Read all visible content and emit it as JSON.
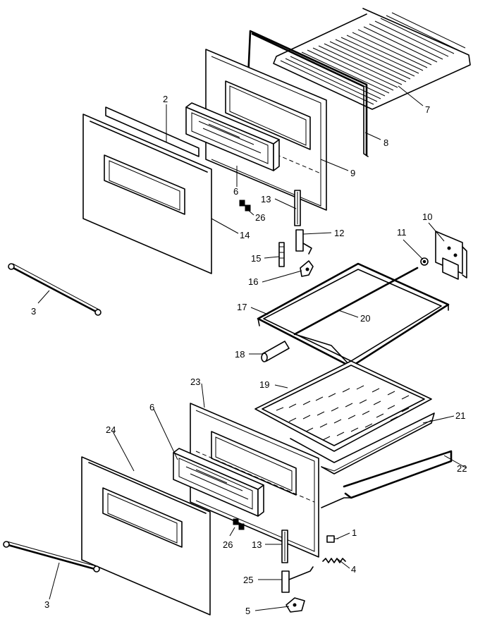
{
  "labels": {
    "l1": "1",
    "l2": "2",
    "l3a": "3",
    "l3b": "3",
    "l4": "4",
    "l5": "5",
    "l6a": "6",
    "l6b": "6",
    "l7": "7",
    "l8": "8",
    "l9": "9",
    "l10": "10",
    "l11": "11",
    "l12": "12",
    "l13a": "13",
    "l13b": "13",
    "l14": "14",
    "l15": "15",
    "l16": "16",
    "l17": "17",
    "l18": "18",
    "l19": "19",
    "l20": "20",
    "l21": "21",
    "l22": "22",
    "l23": "23",
    "l24": "24",
    "l25": "25",
    "l26a": "26",
    "l26b": "26"
  }
}
